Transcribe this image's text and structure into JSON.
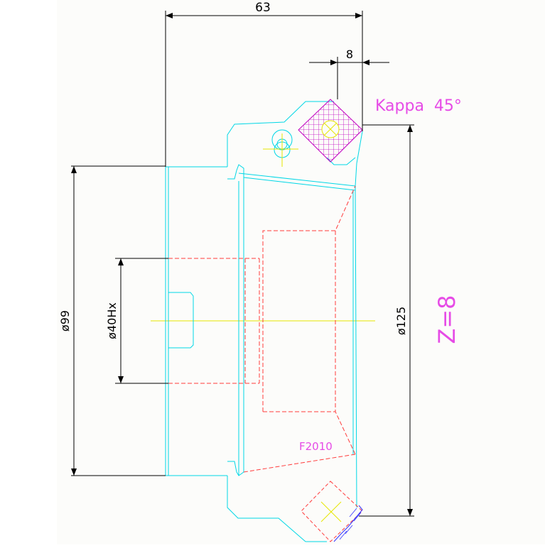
{
  "drawing": {
    "dimensions": {
      "top_width": "63",
      "small_width": "8",
      "bore_diameter": "ø40Hx",
      "hub_diameter": "ø99",
      "outer_diameter": "ø125"
    },
    "annotations": {
      "insert_angle": "Kappa  45°",
      "insert_count": "Z=8",
      "part_code": "F2010"
    },
    "colors": {
      "background": "#fcfcfa",
      "outline": "#00d7e6",
      "dimension": "#000000",
      "hidden": "#ff3b3b",
      "center": "#e6e600",
      "annotation": "#e64be6",
      "hatch": "#c000c0",
      "blue_hatch": "#3333ff"
    }
  }
}
